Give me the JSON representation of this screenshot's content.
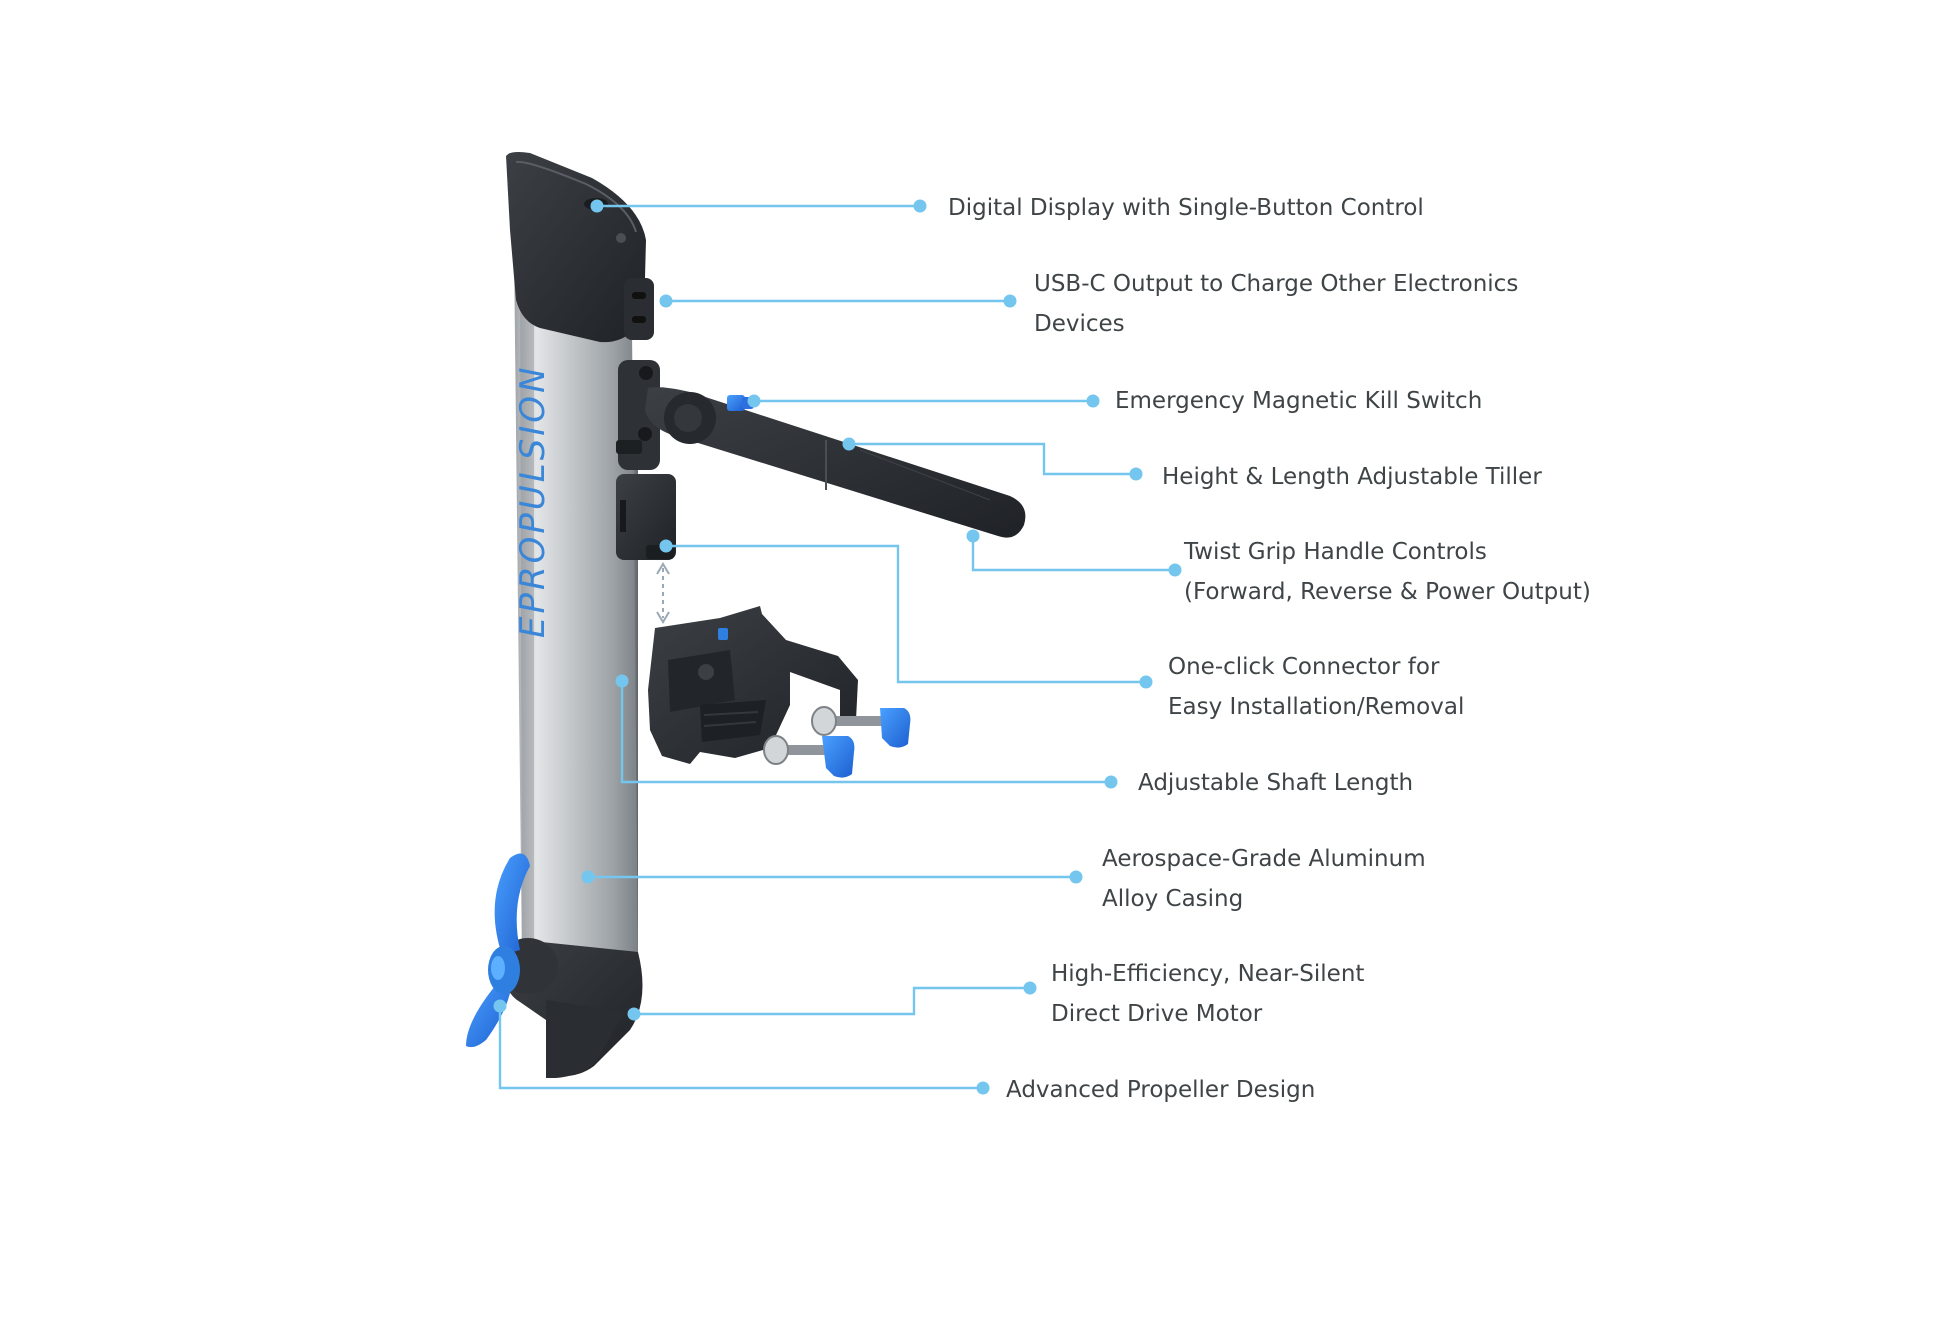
{
  "product": {
    "brand_mark": "EPROPULSION"
  },
  "callouts": [
    {
      "id": "display",
      "lines": [
        "Digital Display with Single-Button Control"
      ]
    },
    {
      "id": "usbc",
      "lines": [
        "USB-C Output to Charge Other Electronics",
        "Devices"
      ]
    },
    {
      "id": "kill-switch",
      "lines": [
        "Emergency Magnetic Kill Switch"
      ]
    },
    {
      "id": "tiller",
      "lines": [
        "Height & Length Adjustable Tiller"
      ]
    },
    {
      "id": "twist-grip",
      "lines": [
        "Twist Grip Handle Controls",
        "(Forward, Reverse & Power Output)"
      ]
    },
    {
      "id": "connector",
      "lines": [
        "One-click Connector for",
        "Easy Installation/Removal"
      ]
    },
    {
      "id": "shaft",
      "lines": [
        "Adjustable Shaft Length"
      ]
    },
    {
      "id": "casing",
      "lines": [
        "Aerospace-Grade Aluminum",
        "Alloy Casing"
      ]
    },
    {
      "id": "motor",
      "lines": [
        "High-Efficiency, Near-Silent",
        "Direct Drive Motor"
      ]
    },
    {
      "id": "propeller",
      "lines": [
        "Advanced Propeller Design"
      ]
    }
  ],
  "colors": {
    "accent": "#74c6ef",
    "text": "#3f4447",
    "brand_blue": "#2f7fe0",
    "housing_dark": "#2c2f33",
    "shaft_silver": "#b8bcc0"
  }
}
